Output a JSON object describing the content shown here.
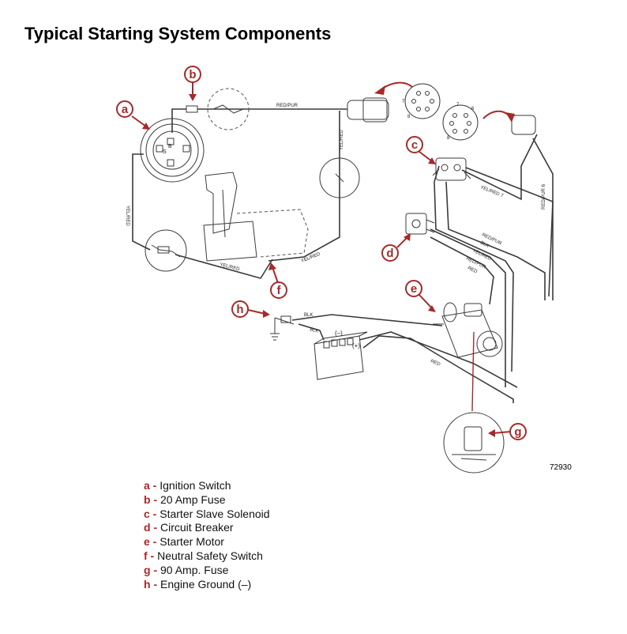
{
  "title": "Typical Starting System Components",
  "figure_number": "72930",
  "colors": {
    "accent": "#a52a2a",
    "line": "#3a3a3a"
  },
  "callouts": [
    "a",
    "b",
    "c",
    "d",
    "e",
    "f",
    "g",
    "h"
  ],
  "wire_labels": {
    "red_pur": "RED/PUR",
    "yel_red": "YEL/RED",
    "yel_red_7": "YEL/RED 7",
    "red_pur_6": "RED/PUR 6",
    "blk": "BLK",
    "red": "RED"
  },
  "component_marks": {
    "b": "B",
    "s": "S",
    "neg": "(–)",
    "pos": "(+)"
  },
  "pin_numbers": {
    "n7": "7",
    "n6": "6",
    "n8": "8"
  },
  "legend": [
    {
      "letter": "a",
      "sep": " - ",
      "text": "Ignition Switch"
    },
    {
      "letter": "b",
      "sep": " - ",
      "text": "20 Amp Fuse"
    },
    {
      "letter": "c",
      "sep": " - ",
      "text": "Starter Slave Solenoid"
    },
    {
      "letter": "d",
      "sep": " - ",
      "text": "Circuit Breaker"
    },
    {
      "letter": "e",
      "sep": " - ",
      "text": "Starter Motor"
    },
    {
      "letter": "f",
      "sep": " - ",
      "text": "Neutral Safety Switch"
    },
    {
      "letter": "g",
      "sep": " - ",
      "text": "90 Amp. Fuse"
    },
    {
      "letter": "h",
      "sep": " - ",
      "text": "Engine Ground (–)"
    }
  ]
}
